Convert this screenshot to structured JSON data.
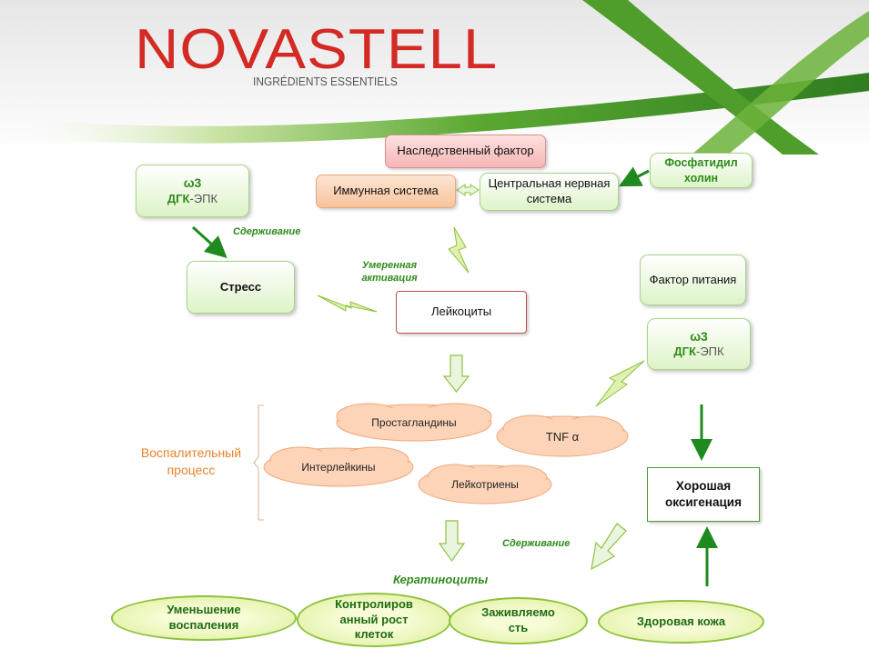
{
  "colors": {
    "green_dark": "#2e8b1a",
    "orange_text": "#e8832a",
    "logo_red": "#d42a24",
    "cloud_fill": "#fdd4b8",
    "cloud_stroke": "#f0a87a",
    "red_border": "#c0504d",
    "arrow_green": "#1f8a1f"
  },
  "logo": {
    "name": "NOVASTELL",
    "tagline": "INGRÉDIENTS ESSENTIELS"
  },
  "top": {
    "hereditary": "Наследственный фактор",
    "immune": "Иммунная система",
    "cns": "Центральная нервная система",
    "phosphatidyl": "Фосфатидил холин"
  },
  "omega_left": {
    "line1": "ω3",
    "line2_bold": "ДГК",
    "line2_rest": "-ЭПК"
  },
  "omega_right": {
    "line1": "ω3",
    "line2_bold": "ДГК",
    "line2_rest": "-ЭПК"
  },
  "stress": "Стресс",
  "leukocytes": "Лейкоциты",
  "nutrition": "Фактор питания",
  "labels": {
    "restraint_top": "Сдерживание",
    "moderate": "Умеренная активация",
    "restraint_bottom": "Сдерживание",
    "keratinocytes": "Кератиноциты"
  },
  "inflammation": {
    "title": "Воспалительный процесс",
    "clouds": [
      "Простагландины",
      "TNF α",
      "Интерлейкины",
      "Лейкотриены"
    ]
  },
  "oxygenation": "Хорошая оксигенация",
  "outcomes": [
    "Уменьшение воспаления",
    "Контролиров анный рост клеток",
    "Заживляемо сть",
    "Здоровая кожа"
  ]
}
